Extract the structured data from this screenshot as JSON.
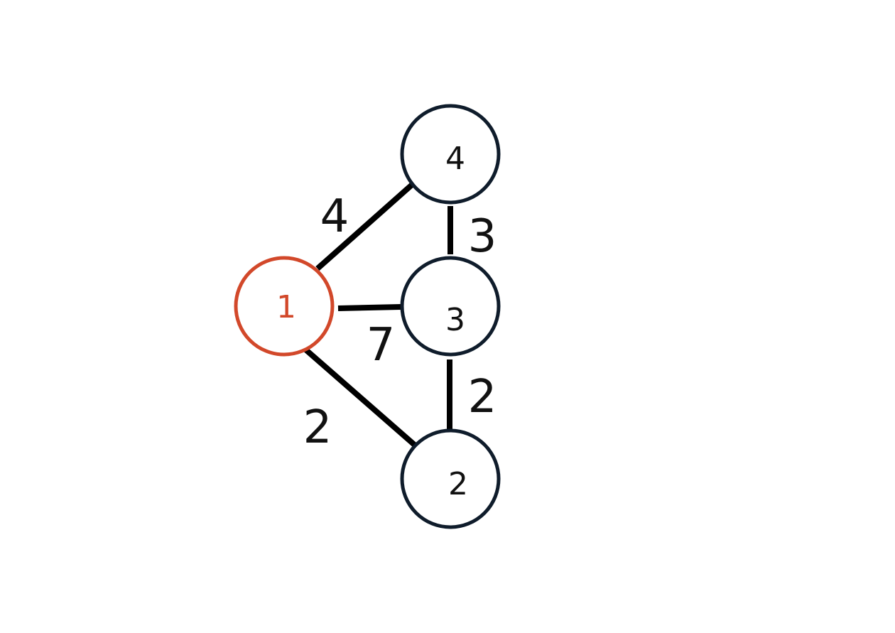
{
  "colors": {
    "background": "#ffffff",
    "edge": "#000000",
    "node_stroke": "#0f1c2b",
    "node_text": "#111111",
    "highlight": "#d2482a",
    "label_text": "#111111"
  },
  "graph": {
    "nodes": [
      {
        "id": "1",
        "label": "1",
        "highlighted": true
      },
      {
        "id": "4",
        "label": "4",
        "highlighted": false
      },
      {
        "id": "3",
        "label": "3",
        "highlighted": false
      },
      {
        "id": "2",
        "label": "2",
        "highlighted": false
      }
    ],
    "edges": [
      {
        "from": "1",
        "to": "4",
        "weight": "4"
      },
      {
        "from": "4",
        "to": "3",
        "weight": "3"
      },
      {
        "from": "1",
        "to": "3",
        "weight": "7"
      },
      {
        "from": "3",
        "to": "2",
        "weight": "2"
      },
      {
        "from": "1",
        "to": "2",
        "weight": "2"
      }
    ]
  }
}
